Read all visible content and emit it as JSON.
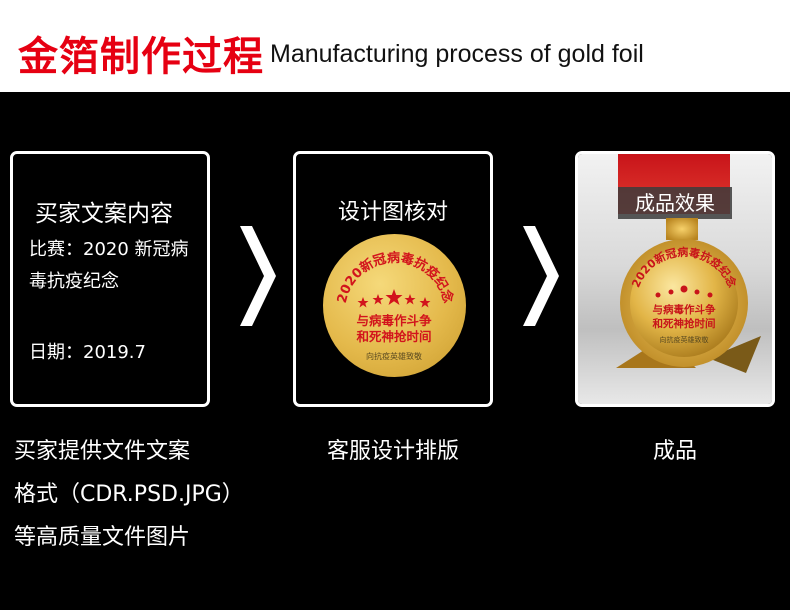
{
  "header": {
    "title_cn": "金箔制作过程",
    "title_en": "Manufacturing process of gold foil"
  },
  "steps": [
    {
      "title": "买家文案内容",
      "lines": [
        "比赛：2020 新冠病",
        "毒抗疫纪念",
        "日期：2019.7"
      ],
      "caption": [
        "买家提供文件文案",
        "格式（CDR.PSD.JPG）",
        "等高质量文件图片"
      ]
    },
    {
      "title": "设计图核对",
      "caption": [
        "客服设计排版"
      ]
    },
    {
      "title": "成品效果",
      "caption": [
        "成品"
      ]
    }
  ],
  "medal": {
    "arc_text": "2020新冠病毒抗疫纪念",
    "line1": "与病毒作斗争",
    "line2": "和死神抢时间",
    "line3": "向抗疫英雄致敬"
  },
  "colors": {
    "accent_red": "#e60012",
    "gold": "#e4b94b",
    "medal_text_red": "#d2141c"
  }
}
